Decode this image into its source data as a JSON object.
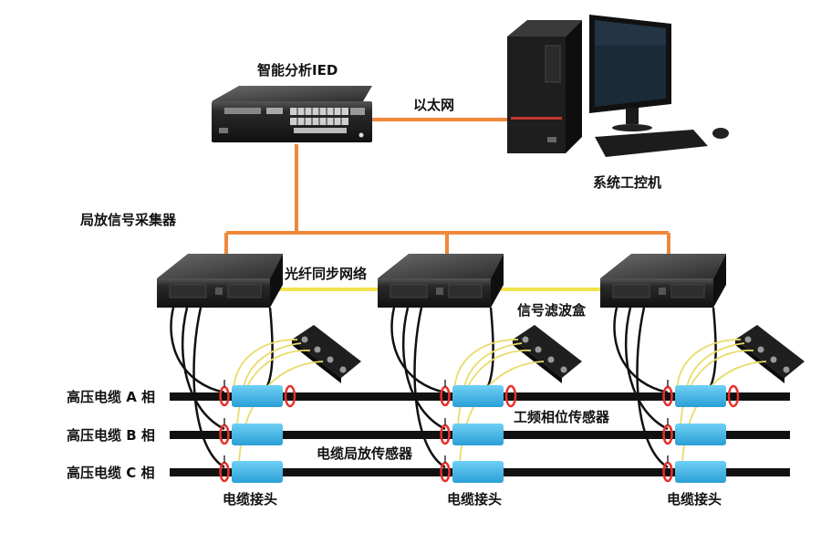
{
  "labels": {
    "ied": "智能分析IED",
    "ethernet": "以太网",
    "pc": "系统工控机",
    "collector": "局放信号采集器",
    "fiber": "光纤同步网络",
    "filter_box": "信号滤波盒",
    "phase_sensor": "工频相位传感器",
    "pd_sensor": "电缆局放传感器"
  },
  "phases": [
    {
      "label": "高压电缆 A 相"
    },
    {
      "label": "高压电缆 B 相"
    },
    {
      "label": "高压电缆 C 相"
    }
  ],
  "joints": [
    {
      "label": "电缆接头"
    },
    {
      "label": "电缆接头"
    },
    {
      "label": "电缆接头"
    }
  ],
  "colors": {
    "ethernet_line": "#f0883a",
    "fiber_line": "#f2e34a",
    "cable": "#111111",
    "sensor": "#3ab4e8",
    "ct_ring": "#e8302a",
    "device_dark": "#222222"
  }
}
